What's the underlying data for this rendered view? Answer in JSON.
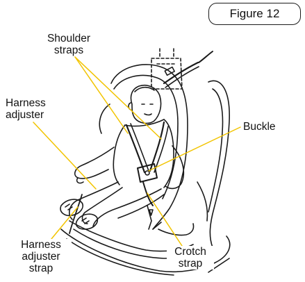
{
  "figure_label": "Figure 12",
  "labels": {
    "shoulder_straps": [
      "Shoulder",
      "straps"
    ],
    "harness_adjuster": [
      "Harness",
      "adjuster"
    ],
    "buckle": [
      "Buckle"
    ],
    "harness_adjuster_strap": [
      "Harness",
      "adjuster",
      "strap"
    ],
    "crotch_strap": [
      "Crotch",
      "strap"
    ]
  },
  "colors": {
    "leader_line": "#f2c400",
    "ink": "#1a1a1a"
  }
}
